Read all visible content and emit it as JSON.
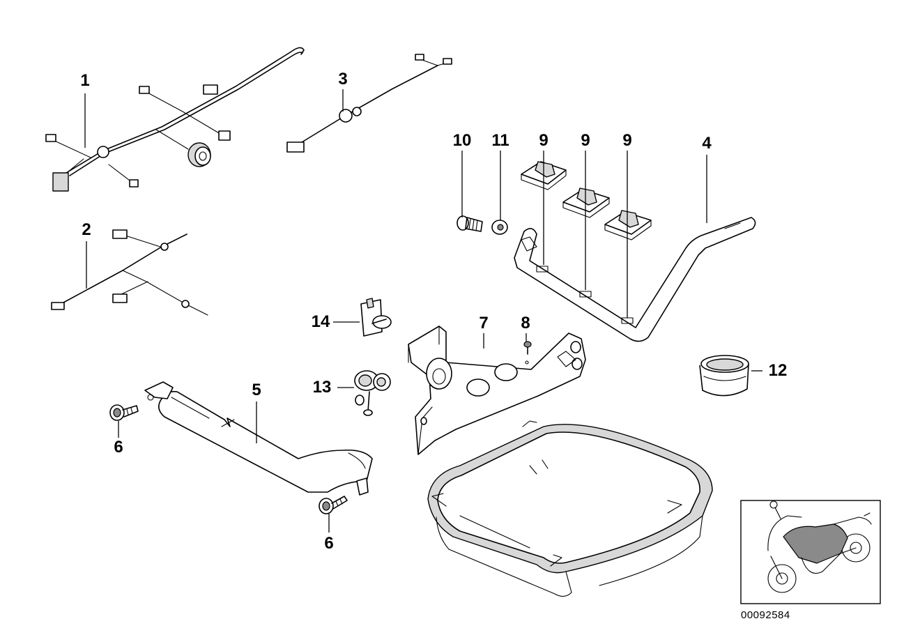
{
  "callouts": {
    "c1": "1",
    "c2": "2",
    "c3": "3",
    "c4": "4",
    "c5": "5",
    "c6a": "6",
    "c6b": "6",
    "c7": "7",
    "c8": "8",
    "c9a": "9",
    "c9b": "9",
    "c9c": "9",
    "c10": "10",
    "c11": "11",
    "c12": "12",
    "c13": "13",
    "c14": "14"
  },
  "figure_number": "00092584",
  "colors": {
    "line": "#000000",
    "fill": "#ffffff",
    "shade": "#d8d8d8"
  }
}
